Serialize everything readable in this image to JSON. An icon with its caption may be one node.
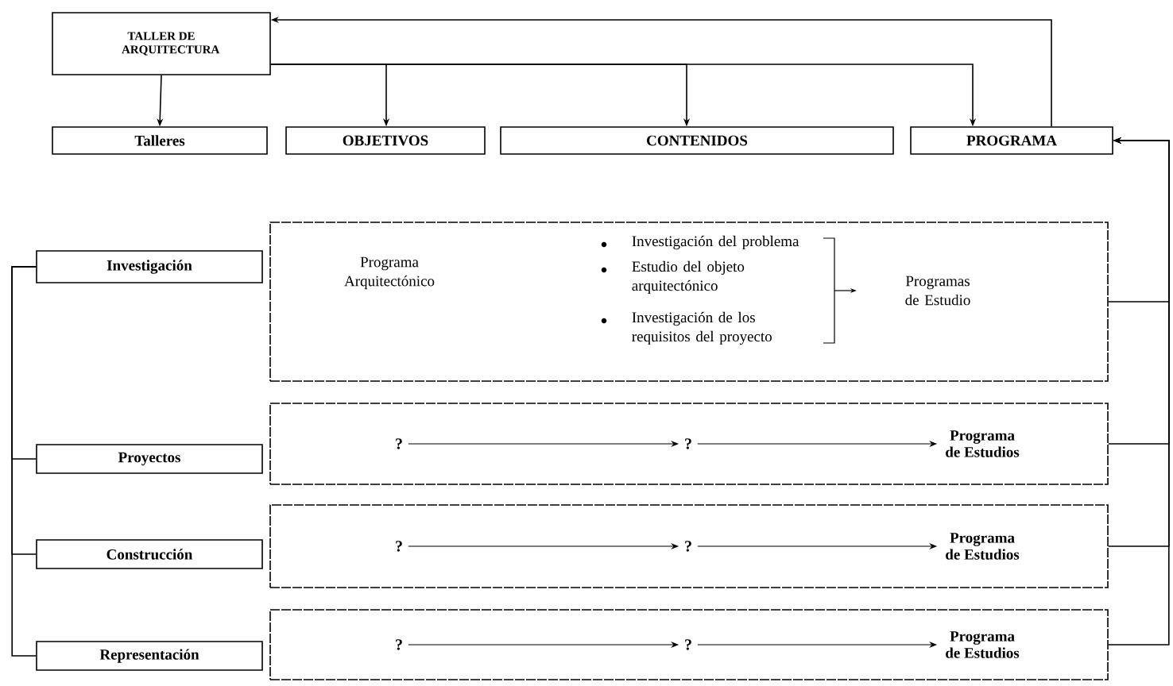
{
  "diagram": {
    "nodes": [
      {
        "text": [
          "TALLER DE ARQUITECTURA"
        ]
      },
      {
        "text": [
          "Talleres"
        ]
      },
      {
        "text": [
          "OBJETIVOS"
        ]
      },
      {
        "text": [
          "CONTENIDOS"
        ]
      },
      {
        "text": [
          "PROGRAMA"
        ]
      },
      {
        "text": [
          "Investigación"
        ]
      },
      {
        "text": [
          "Programa Arquitectónico",
          "Investigación del problema",
          "Estudio del objeto arquitectónico",
          "Investigación de los requisitos del proyecto",
          "Programas de Estudio"
        ]
      },
      {
        "text": [
          "Proyectos"
        ]
      },
      {
        "text": [],
        "shape": "box"
      },
      {
        "text": [
          "?"
        ],
        "in": 8
      },
      {
        "text": [
          "?"
        ],
        "in": 8
      },
      {
        "text": [
          "Programa de Estudios"
        ],
        "in": 8
      },
      {
        "text": [
          "Construcción"
        ]
      },
      {
        "text": [],
        "shape": "box"
      },
      {
        "text": [
          "?"
        ],
        "in": 13
      },
      {
        "text": [
          "?"
        ],
        "in": 13
      },
      {
        "text": [
          "Programa de Estudios"
        ],
        "in": 13
      },
      {
        "text": [
          "Representación"
        ]
      },
      {
        "text": [],
        "shape": "box"
      },
      {
        "text": [
          "?"
        ],
        "in": 18
      },
      {
        "text": [
          "?"
        ],
        "in": 18
      },
      {
        "text": [
          "Programa de Estudios"
        ],
        "in": 18
      }
    ],
    "edges": [
      {
        "from": 0,
        "to": 1,
        "arrow": "to"
      },
      {
        "from": 0,
        "to": 2,
        "arrow": "to"
      },
      {
        "from": 0,
        "to": 3,
        "arrow": "to"
      },
      {
        "from": 0,
        "to": 4,
        "arrow": "to"
      },
      {
        "from": 4,
        "to": 0,
        "arrow": "to"
      },
      {
        "from": 5,
        "to": 7,
        "arrow": "none"
      },
      {
        "from": 5,
        "to": 12,
        "arrow": "none"
      },
      {
        "from": 5,
        "to": 17,
        "arrow": "none"
      },
      {
        "from": 9,
        "to": 10,
        "arrow": "to"
      },
      {
        "from": 10,
        "to": 11,
        "arrow": "to"
      },
      {
        "from": 14,
        "to": 15,
        "arrow": "to"
      },
      {
        "from": 15,
        "to": 16,
        "arrow": "to"
      },
      {
        "from": 19,
        "to": 20,
        "arrow": "to"
      },
      {
        "from": 20,
        "to": 21,
        "arrow": "to"
      },
      {
        "from": 6,
        "to": 4,
        "arrow": "to"
      },
      {
        "from": 8,
        "to": 4,
        "arrow": "to"
      },
      {
        "from": 13,
        "to": 4,
        "arrow": "to"
      },
      {
        "from": 18,
        "to": 4,
        "arrow": "to"
      }
    ]
  }
}
